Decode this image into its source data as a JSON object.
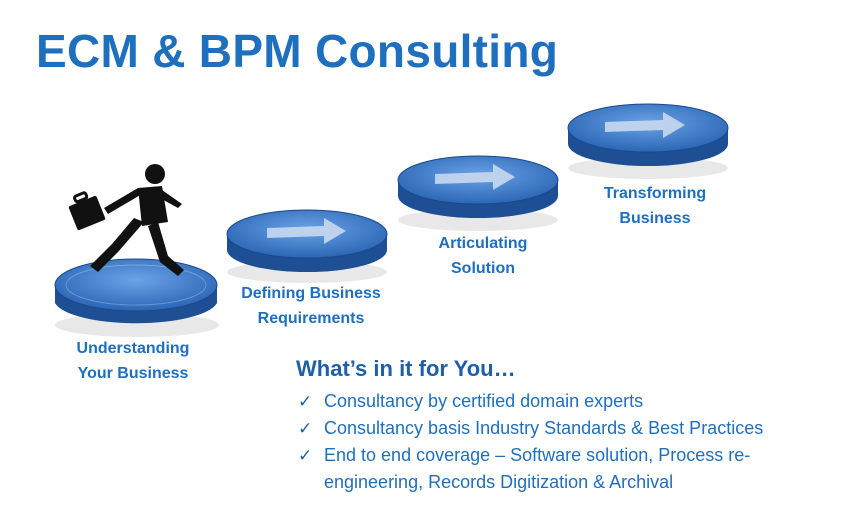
{
  "title": "ECM & BPM Consulting",
  "steps": [
    {
      "label_line1": "Understanding",
      "label_line2": "Your Business"
    },
    {
      "label_line1": "Defining Business",
      "label_line2": "Requirements"
    },
    {
      "label_line1": "Articulating",
      "label_line2": "Solution"
    },
    {
      "label_line1": "Transforming",
      "label_line2": "Business"
    }
  ],
  "icons": {
    "step_icon": "arrow-right-icon",
    "bullet_icon": "checkmark-icon",
    "figure": "running-businessman-silhouette-icon"
  },
  "benefits": {
    "heading": "What’s in it for You…",
    "items": [
      "Consultancy by certified domain experts",
      "Consultancy basis Industry Standards & Best Practices",
      "End to end coverage – Software solution, Process re-engineering, Records Digitization  & Archival"
    ]
  },
  "colors": {
    "title": "#1f6fbf",
    "disc_top": "#3f7fd0",
    "disc_side": "#1e4f95",
    "arrow": "#c8d8ee"
  }
}
